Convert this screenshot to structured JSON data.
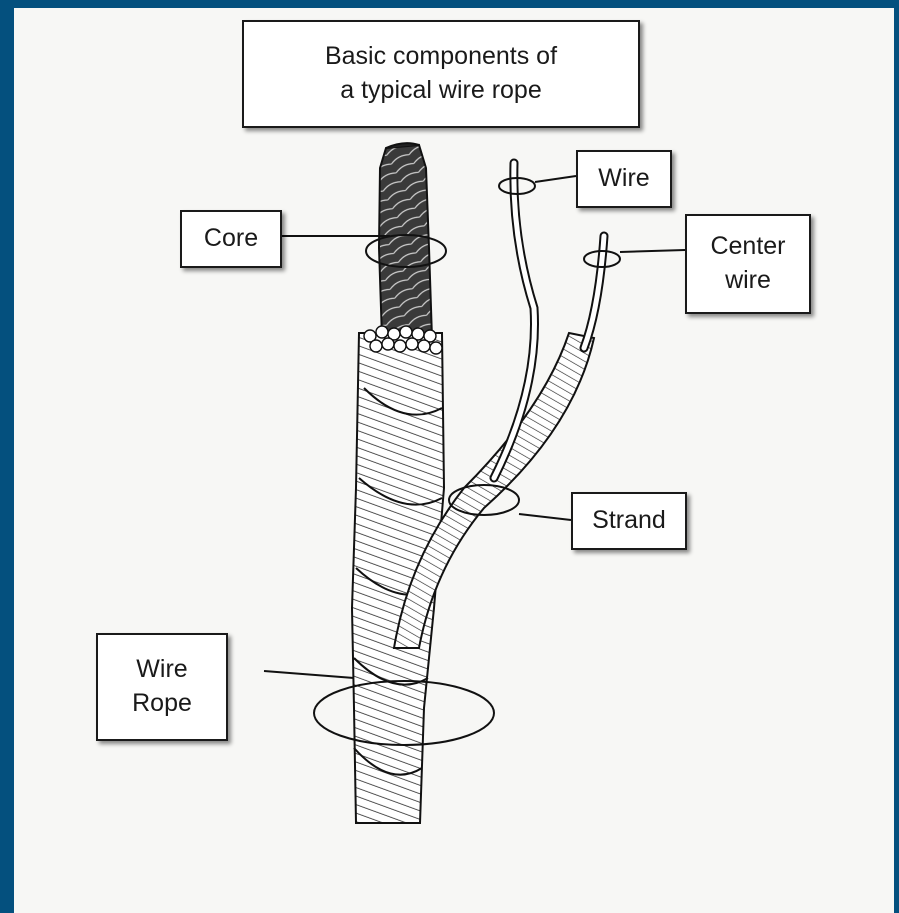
{
  "title": "Basic components of\na typical wire rope",
  "labels": {
    "core": "Core",
    "wire": "Wire",
    "center_wire": "Center\nwire",
    "strand": "Strand",
    "wire_rope": "Wire\nRope"
  },
  "colors": {
    "frame": "#04507e",
    "background": "#f7f7f5",
    "ink": "#1a1a1a"
  }
}
